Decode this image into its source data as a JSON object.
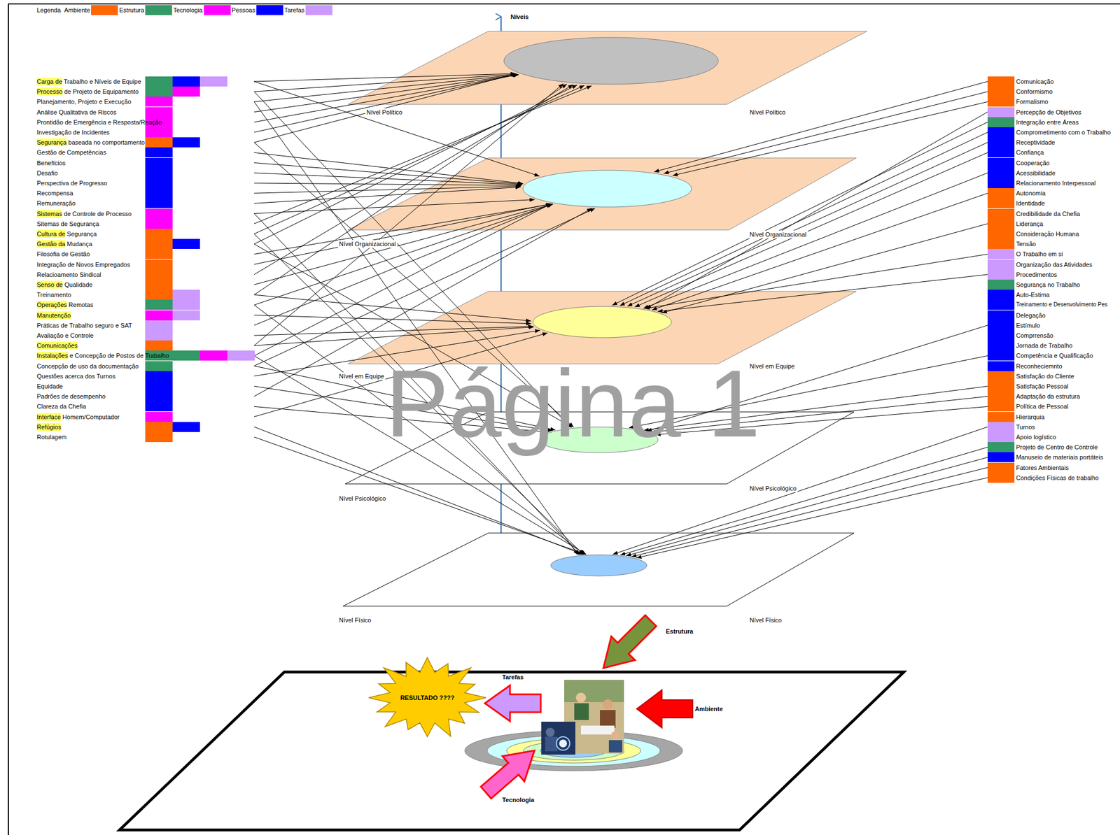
{
  "diagram": {
    "nodes": [
      {
        "text": [
          "Carga de Trabalho e Níveis de Equipe"
        ]
      },
      {
        "text": [
          "Processo de Projeto de Equipamento"
        ]
      },
      {
        "text": [
          "Planejamento, Projeto e Execução"
        ]
      },
      {
        "text": [
          "Análise Qualitativa de Riscos"
        ]
      },
      {
        "text": [
          "Prontidão de Emergência e Resposta/Reação"
        ]
      },
      {
        "text": [
          "Investigação de Incidentes"
        ]
      },
      {
        "text": [
          "Segurança baseada no comportamento"
        ]
      },
      {
        "text": [
          "Gestão de Competências"
        ]
      },
      {
        "text": [
          "Benefícios"
        ]
      },
      {
        "text": [
          "Desafio"
        ]
      },
      {
        "text": [
          "Perspectiva de Progresso"
        ]
      },
      {
        "text": [
          "Recompensa"
        ]
      },
      {
        "text": [
          "Remuneração"
        ]
      },
      {
        "text": [
          "Sistemas de Controle de Processo"
        ]
      },
      {
        "text": [
          "Sitemas de Segurança"
        ]
      },
      {
        "text": [
          "Cultura de Segurança"
        ]
      },
      {
        "text": [
          "Gestão da Mudança"
        ]
      },
      {
        "text": [
          "Filosofia de Gestão"
        ]
      },
      {
        "text": [
          "Integração de Novos Empregados"
        ]
      },
      {
        "text": [
          "Relacioamento Sindical"
        ]
      },
      {
        "text": [
          "Senso de Qualidade"
        ]
      },
      {
        "text": [
          "Treinamento"
        ]
      },
      {
        "text": [
          "Operações Remotas"
        ]
      },
      {
        "text": [
          "Manutenção"
        ]
      },
      {
        "text": [
          "Práticas de Trabalho seguro e SAT"
        ]
      },
      {
        "text": [
          "Avaliação e Controle"
        ]
      },
      {
        "text": [
          "Comunicações"
        ]
      },
      {
        "text": [
          "Instalações e Concepção de Postos de Trabalho"
        ]
      },
      {
        "text": [
          "Concepção de uso da documentação"
        ]
      },
      {
        "text": [
          "Questões acerca dos Turnos"
        ]
      },
      {
        "text": [
          "Equidade"
        ]
      },
      {
        "text": [
          "Padrões de desempenho"
        ]
      },
      {
        "text": [
          "Clareza da Chefia"
        ]
      },
      {
        "text": [
          "Interface Homem/Computador"
        ]
      },
      {
        "text": [
          "Refúgios"
        ]
      },
      {
        "text": [
          "Rotulagem"
        ]
      },
      {
        "text": [
          "Nível Político",
          "Nível Político"
        ]
      },
      {
        "text": [
          "Nível Organizacional",
          "Nível Organizacional"
        ]
      },
      {
        "text": [
          "Nível em Equipe",
          "Nível em Equipe"
        ]
      },
      {
        "text": [
          "Nível Psicológico",
          "Nível Psicológico"
        ]
      },
      {
        "text": [
          "Nível Físico",
          "Nível Físico"
        ]
      },
      {
        "text": [
          "Comunicação"
        ]
      },
      {
        "text": [
          "Conformismo"
        ]
      },
      {
        "text": [
          "Formalismo"
        ]
      },
      {
        "text": [
          "Percepção de Objetivos"
        ]
      },
      {
        "text": [
          "Integração entre Áreas"
        ]
      },
      {
        "text": [
          "Comprometimento com o Trabalho"
        ]
      },
      {
        "text": [
          "Receptividade"
        ]
      },
      {
        "text": [
          "Confiança"
        ]
      },
      {
        "text": [
          "Cooperação"
        ]
      },
      {
        "text": [
          "Acessibilidade"
        ]
      },
      {
        "text": [
          "Relacionamento Interpessoal"
        ]
      },
      {
        "text": [
          "Autonomia"
        ]
      },
      {
        "text": [
          "Identidade"
        ]
      },
      {
        "text": [
          "Credibilidade da Chefia"
        ]
      },
      {
        "text": [
          "Liderança"
        ]
      },
      {
        "text": [
          "Consideração Humana"
        ]
      },
      {
        "text": [
          "Tensão"
        ]
      },
      {
        "text": [
          "O Trabalho em si"
        ]
      },
      {
        "text": [
          "Organização das Atividades"
        ]
      },
      {
        "text": [
          "Procedimentos"
        ]
      },
      {
        "text": [
          "Segurança no Trabalho"
        ]
      },
      {
        "text": [
          "Auto-Estima"
        ]
      },
      {
        "text": [
          "Treinamento e Desenvolvimento Pes"
        ]
      },
      {
        "text": [
          "Delegação"
        ]
      },
      {
        "text": [
          "Estímulo"
        ]
      },
      {
        "text": [
          "Comprrensão"
        ]
      },
      {
        "text": [
          "Jornada de Trabalho"
        ]
      },
      {
        "text": [
          "Competência e Qualificação"
        ]
      },
      {
        "text": [
          "Reconheciemnto"
        ]
      },
      {
        "text": [
          "Satisfação do Cliente"
        ]
      },
      {
        "text": [
          "Satisfação Pessoal"
        ]
      },
      {
        "text": [
          "Adaptação da estrutura"
        ]
      },
      {
        "text": [
          "Política de Pessoal"
        ]
      },
      {
        "text": [
          "Hierarquia"
        ]
      },
      {
        "text": [
          "Turnos"
        ]
      },
      {
        "text": [
          "Apoio logístico"
        ]
      },
      {
        "text": [
          "Projeto de Centro de Controle"
        ]
      },
      {
        "text": [
          "Manuseio de materiais portáteis"
        ]
      },
      {
        "text": [
          "Fatores Ambientais"
        ]
      },
      {
        "text": [
          "Condições Físicas de trabalho"
        ]
      },
      {
        "text": [
          "RESULTADO ????"
        ]
      }
    ],
    "edges": [
      {
        "from": 0,
        "to": 36,
        "arrow": "to"
      },
      {
        "from": 1,
        "to": 36,
        "arrow": "to"
      },
      {
        "from": 2,
        "to": 36,
        "arrow": "to"
      },
      {
        "from": 3,
        "to": 36,
        "arrow": "to"
      },
      {
        "from": 4,
        "to": 36,
        "arrow": "to"
      },
      {
        "from": 5,
        "to": 36,
        "arrow": "to"
      },
      {
        "from": 6,
        "to": 36,
        "arrow": "to"
      },
      {
        "from": 14,
        "to": 36,
        "arrow": "to"
      },
      {
        "from": 15,
        "to": 36,
        "arrow": "to"
      },
      {
        "from": 16,
        "to": 36,
        "arrow": "to"
      },
      {
        "from": 19,
        "to": 36,
        "arrow": "to"
      },
      {
        "from": 21,
        "to": 36,
        "arrow": "to"
      },
      {
        "from": 26,
        "to": 36,
        "arrow": "to"
      },
      {
        "from": 0,
        "to": 37,
        "arrow": "to"
      },
      {
        "from": 7,
        "to": 37,
        "arrow": "to"
      },
      {
        "from": 8,
        "to": 37,
        "arrow": "to"
      },
      {
        "from": 9,
        "to": 37,
        "arrow": "to"
      },
      {
        "from": 10,
        "to": 37,
        "arrow": "to"
      },
      {
        "from": 11,
        "to": 37,
        "arrow": "to"
      },
      {
        "from": 12,
        "to": 37,
        "arrow": "to"
      },
      {
        "from": 13,
        "to": 37,
        "arrow": "to"
      },
      {
        "from": 17,
        "to": 37,
        "arrow": "to"
      },
      {
        "from": 18,
        "to": 37,
        "arrow": "to"
      },
      {
        "from": 20,
        "to": 37,
        "arrow": "to"
      },
      {
        "from": 22,
        "to": 37,
        "arrow": "to"
      },
      {
        "from": 24,
        "to": 37,
        "arrow": "to"
      },
      {
        "from": 27,
        "to": 37,
        "arrow": "to"
      },
      {
        "from": 28,
        "to": 37,
        "arrow": "to"
      },
      {
        "from": 31,
        "to": 37,
        "arrow": "to"
      },
      {
        "from": 21,
        "to": 38,
        "arrow": "to"
      },
      {
        "from": 23,
        "to": 38,
        "arrow": "to"
      },
      {
        "from": 25,
        "to": 38,
        "arrow": "to"
      },
      {
        "from": 26,
        "to": 38,
        "arrow": "to"
      },
      {
        "from": 29,
        "to": 38,
        "arrow": "to"
      },
      {
        "from": 33,
        "to": 38,
        "arrow": "to"
      },
      {
        "from": 1,
        "to": 39,
        "arrow": "to"
      },
      {
        "from": 6,
        "to": 39,
        "arrow": "to"
      },
      {
        "from": 16,
        "to": 39,
        "arrow": "to"
      },
      {
        "from": 28,
        "to": 39,
        "arrow": "to"
      },
      {
        "from": 30,
        "to": 39,
        "arrow": "to"
      },
      {
        "from": 32,
        "to": 39,
        "arrow": "to"
      },
      {
        "from": 2,
        "to": 40,
        "arrow": "to"
      },
      {
        "from": 13,
        "to": 40,
        "arrow": "to"
      },
      {
        "from": 15,
        "to": 40,
        "arrow": "to"
      },
      {
        "from": 22,
        "to": 40,
        "arrow": "to"
      },
      {
        "from": 27,
        "to": 40,
        "arrow": "to"
      },
      {
        "from": 34,
        "to": 40,
        "arrow": "to"
      },
      {
        "from": 35,
        "to": 40,
        "arrow": "to"
      },
      {
        "from": 41,
        "to": 37,
        "arrow": "to"
      },
      {
        "from": 42,
        "to": 37,
        "arrow": "to"
      },
      {
        "from": 43,
        "to": 37,
        "arrow": "to"
      },
      {
        "from": 44,
        "to": 38,
        "arrow": "to"
      },
      {
        "from": 45,
        "to": 38,
        "arrow": "to"
      },
      {
        "from": 46,
        "to": 38,
        "arrow": "to"
      },
      {
        "from": 47,
        "to": 38,
        "arrow": "to"
      },
      {
        "from": 48,
        "to": 38,
        "arrow": "to"
      },
      {
        "from": 50,
        "to": 38,
        "arrow": "to"
      },
      {
        "from": 52,
        "to": 38,
        "arrow": "to"
      },
      {
        "from": 55,
        "to": 38,
        "arrow": "to"
      },
      {
        "from": 58,
        "to": 38,
        "arrow": "to"
      },
      {
        "from": 60,
        "to": 38,
        "arrow": "to"
      },
      {
        "from": 65,
        "to": 39,
        "arrow": "to"
      },
      {
        "from": 68,
        "to": 39,
        "arrow": "to"
      },
      {
        "from": 71,
        "to": 39,
        "arrow": "to"
      },
      {
        "from": 72,
        "to": 39,
        "arrow": "to"
      },
      {
        "from": 73,
        "to": 39,
        "arrow": "to"
      },
      {
        "from": 75,
        "to": 40,
        "arrow": "to"
      },
      {
        "from": 77,
        "to": 40,
        "arrow": "to"
      },
      {
        "from": 78,
        "to": 40,
        "arrow": "to"
      },
      {
        "from": 79,
        "to": 40,
        "arrow": "to"
      },
      {
        "from": 80,
        "to": 40,
        "arrow": "to"
      }
    ],
    "labels": [
      "Legenda",
      "Níveis",
      "Página 1",
      "Estrutura",
      "Tarefas",
      "Ambiente",
      "Tecnologia"
    ],
    "legend": [
      {
        "text": "Ambiente",
        "color": "#ff6600"
      },
      {
        "text": "Estrutura",
        "color": "#339966"
      },
      {
        "text": "Tecnologia",
        "color": "#ff00ff"
      },
      {
        "text": "Pessoas",
        "color": "#0000ff"
      },
      {
        "text": "Tarefas",
        "color": "#cc99ff"
      }
    ]
  }
}
